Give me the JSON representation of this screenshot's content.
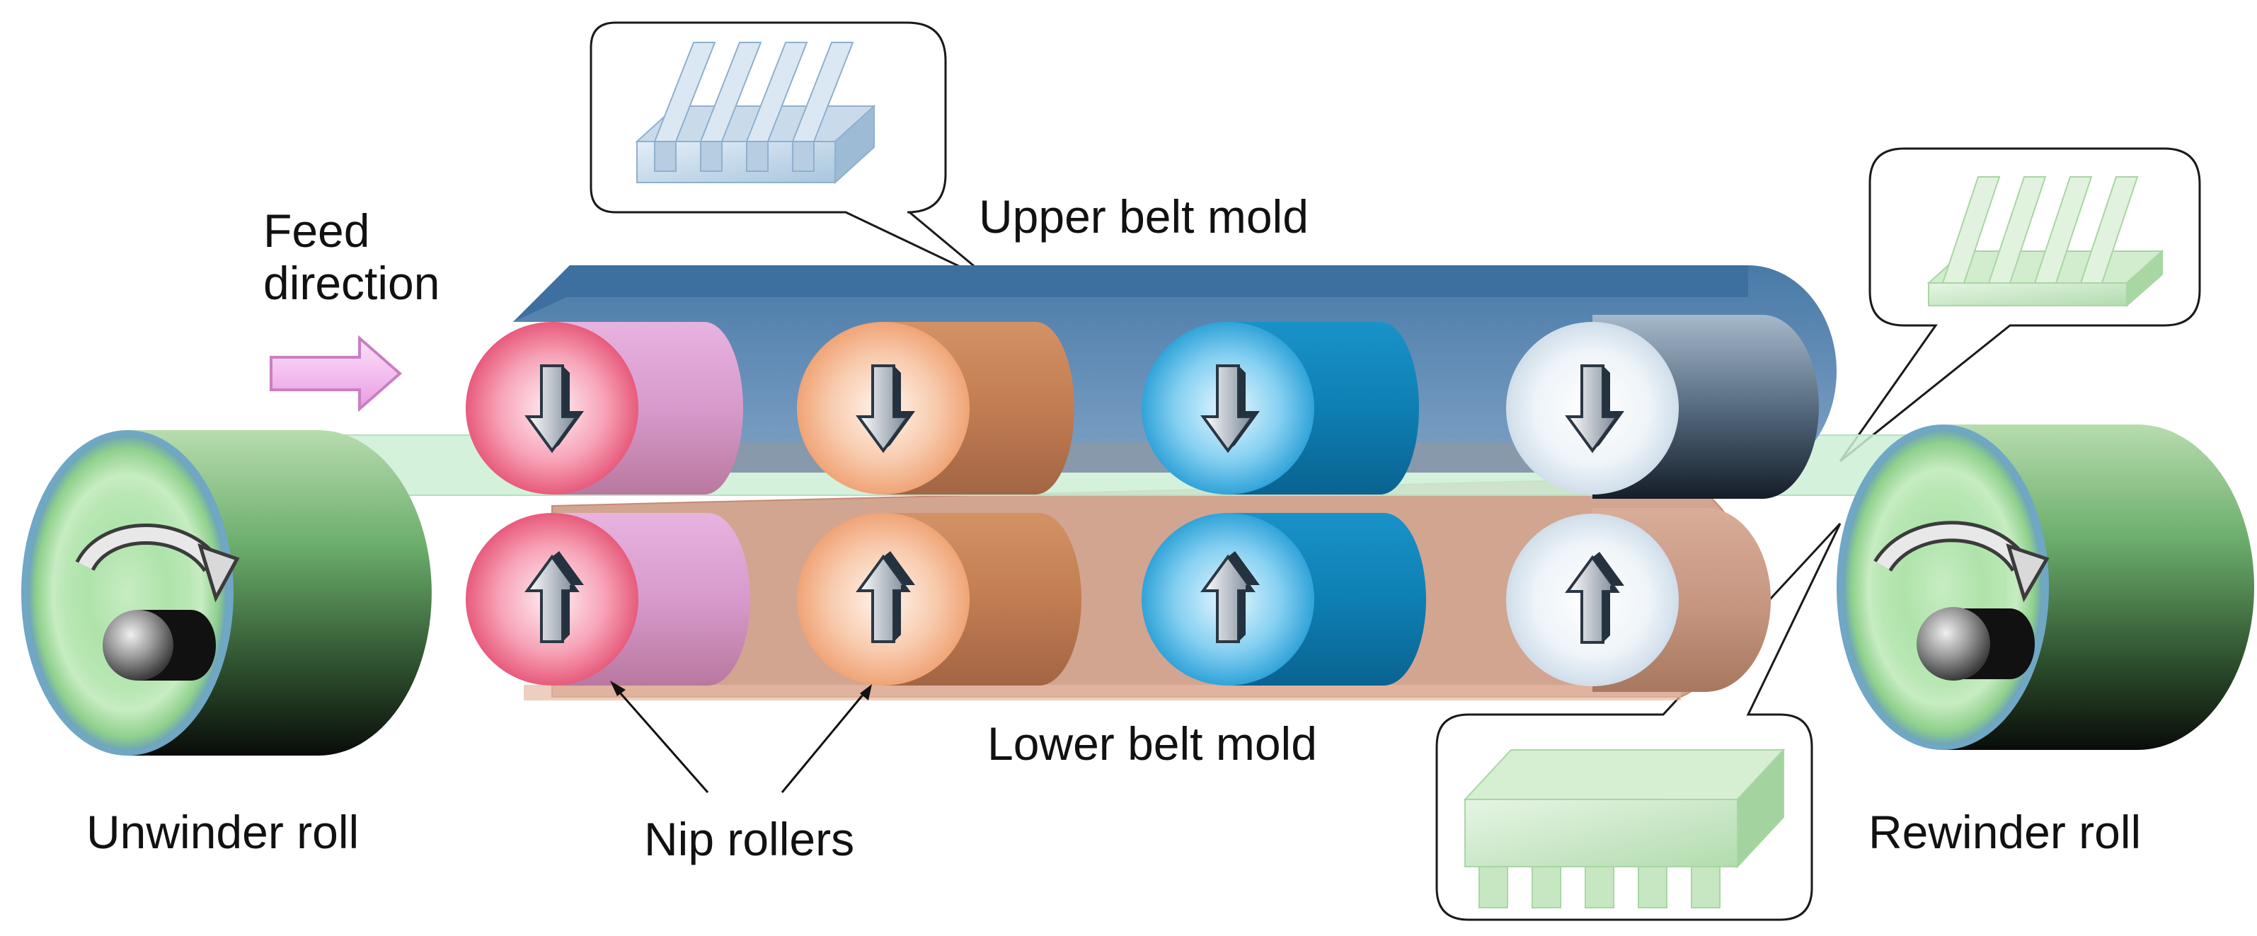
{
  "labels": {
    "feed_direction_line1": "Feed",
    "feed_direction_line2": "direction",
    "upper_belt": "Upper belt mold",
    "lower_belt": "Lower belt mold",
    "unwinder": "Unwinder roll",
    "nip_rollers": "Nip rollers",
    "rewinder": "Rewinder roll"
  },
  "icons": [
    "feed-arrow-icon",
    "rotation-arrow-icon",
    "down-arrow-icon",
    "up-arrow-icon"
  ],
  "colors": {
    "roller_1": "#e85e80",
    "roller_2": "#f0a878",
    "roller_3": "#1e9fd6",
    "roller_4": "#dfe9f2",
    "upper_belt": "#6d8fb4",
    "lower_belt": "#c99a86",
    "film": "#c9ead2",
    "roll_green": "#7cc27c",
    "feed_arrow": "#f4b9f0"
  }
}
